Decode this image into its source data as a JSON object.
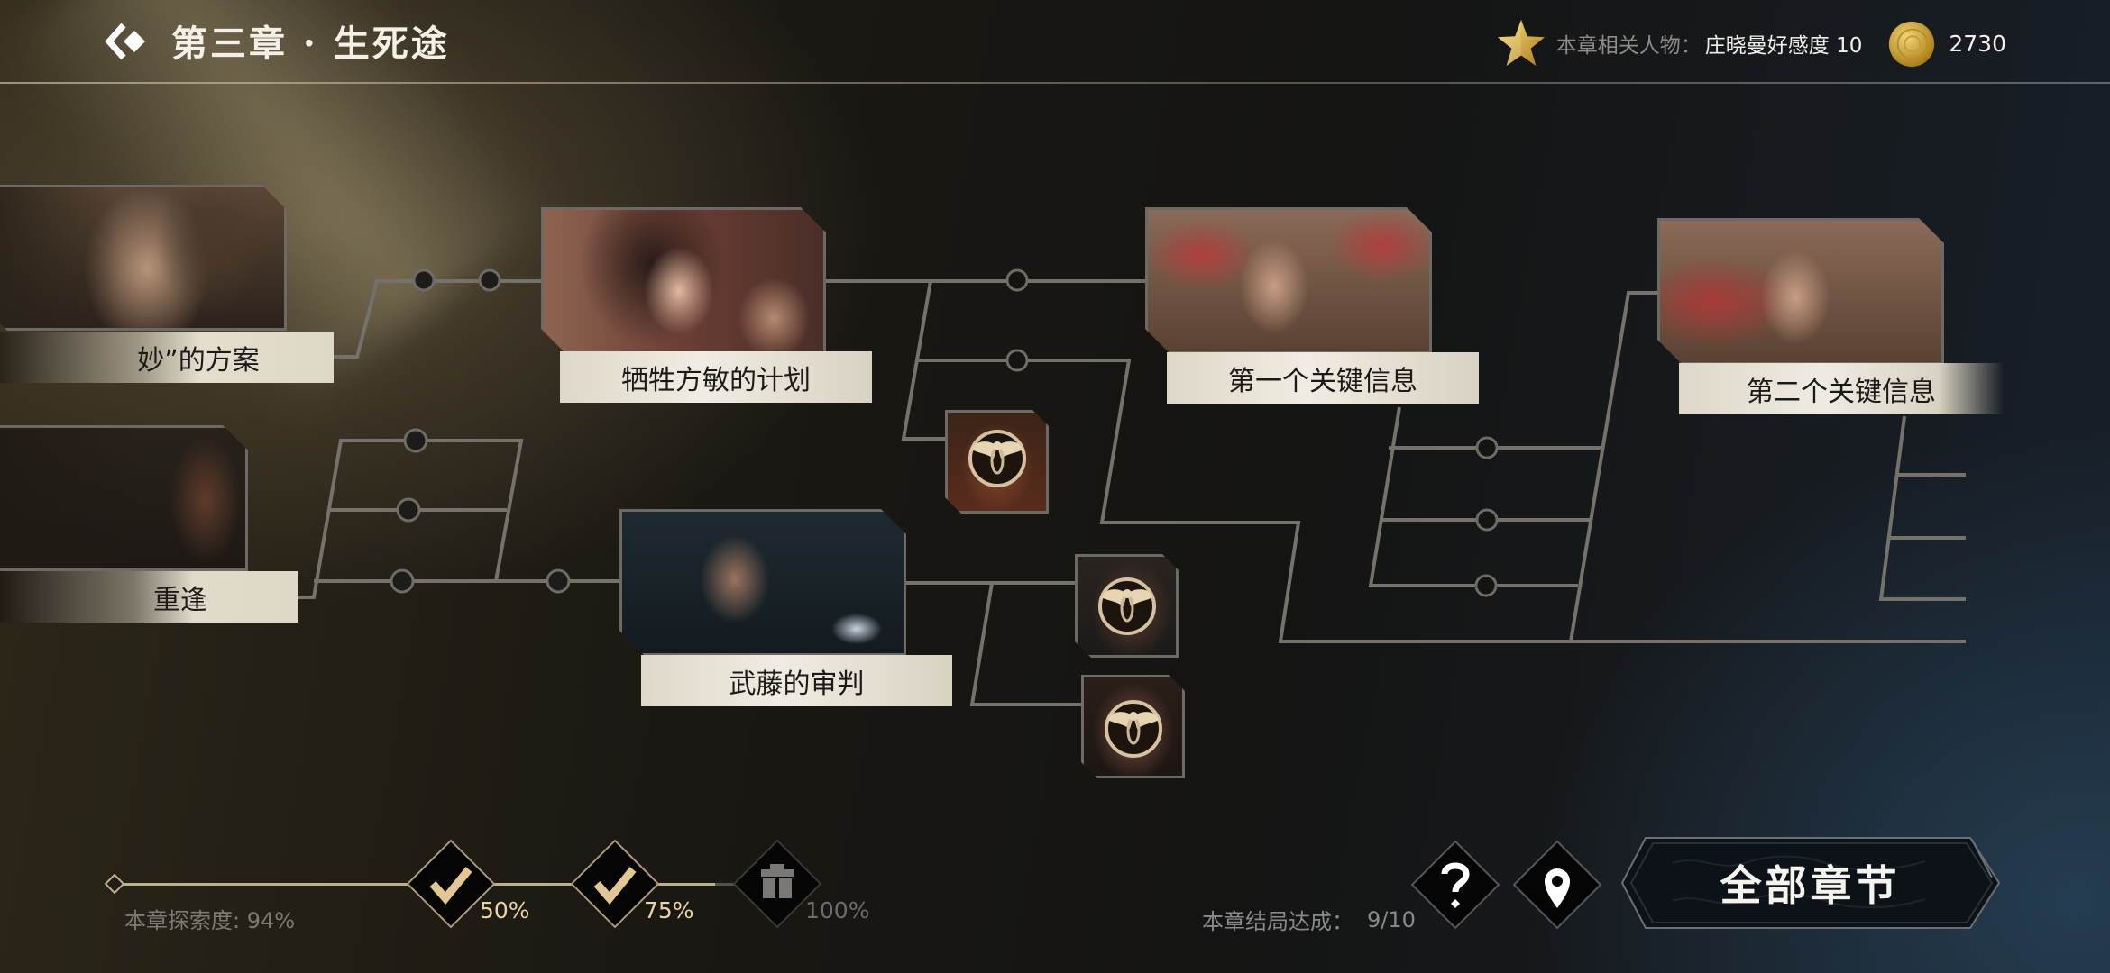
{
  "header": {
    "title": "第三章 · 生死途",
    "back_icon": "back-diamond-chevron-icon",
    "related_label": "本章相关人物：",
    "related_value": "庄晓曼好感度 10",
    "star_icon": "gold-star-icon",
    "coin_icon": "gold-coin-icon",
    "coins": "2730"
  },
  "story_nodes": [
    {
      "id": "node-plan",
      "label": "“妙”的方案",
      "visible_label": "妙”的方案",
      "status": "cleared"
    },
    {
      "id": "node-reunion",
      "label": "重逢",
      "visible_label": "重逢",
      "status": "cleared"
    },
    {
      "id": "node-sacrifice",
      "label": "牺牲方敏的计划",
      "status": "cleared"
    },
    {
      "id": "node-trial",
      "label": "武藤的审判",
      "status": "cleared"
    },
    {
      "id": "node-info1",
      "label": "第一个关键信息",
      "status": "cleared"
    },
    {
      "id": "node-info2",
      "label": "第二个关键信息",
      "status": "cleared"
    }
  ],
  "secret_nodes": [
    {
      "id": "secret-1",
      "icon": "moth-emblem-icon",
      "status": "locked"
    },
    {
      "id": "secret-2",
      "icon": "moth-emblem-icon",
      "status": "locked"
    },
    {
      "id": "secret-3",
      "icon": "moth-emblem-icon",
      "status": "locked"
    }
  ],
  "progress": {
    "explore_label": "本章探索度:",
    "explore_value": "94%",
    "milestones": [
      {
        "pct": "50%",
        "icon": "checkmark-icon",
        "state": "claimed",
        "color": "#e8d4a6"
      },
      {
        "pct": "75%",
        "icon": "checkmark-icon",
        "state": "claimed",
        "color": "#e8d4a6"
      },
      {
        "pct": "100%",
        "icon": "gift-icon",
        "state": "locked",
        "color": "#6f6d69"
      }
    ]
  },
  "footer": {
    "ending_label": "本章结局达成：",
    "ending_value": "9/10",
    "help_icon": "question-mark-icon",
    "locate_icon": "map-pin-icon",
    "all_chapters": "全部章节"
  },
  "colors": {
    "line": "#75726c",
    "accent_gold": "#d8b878",
    "label_bg": "#ece7db"
  }
}
